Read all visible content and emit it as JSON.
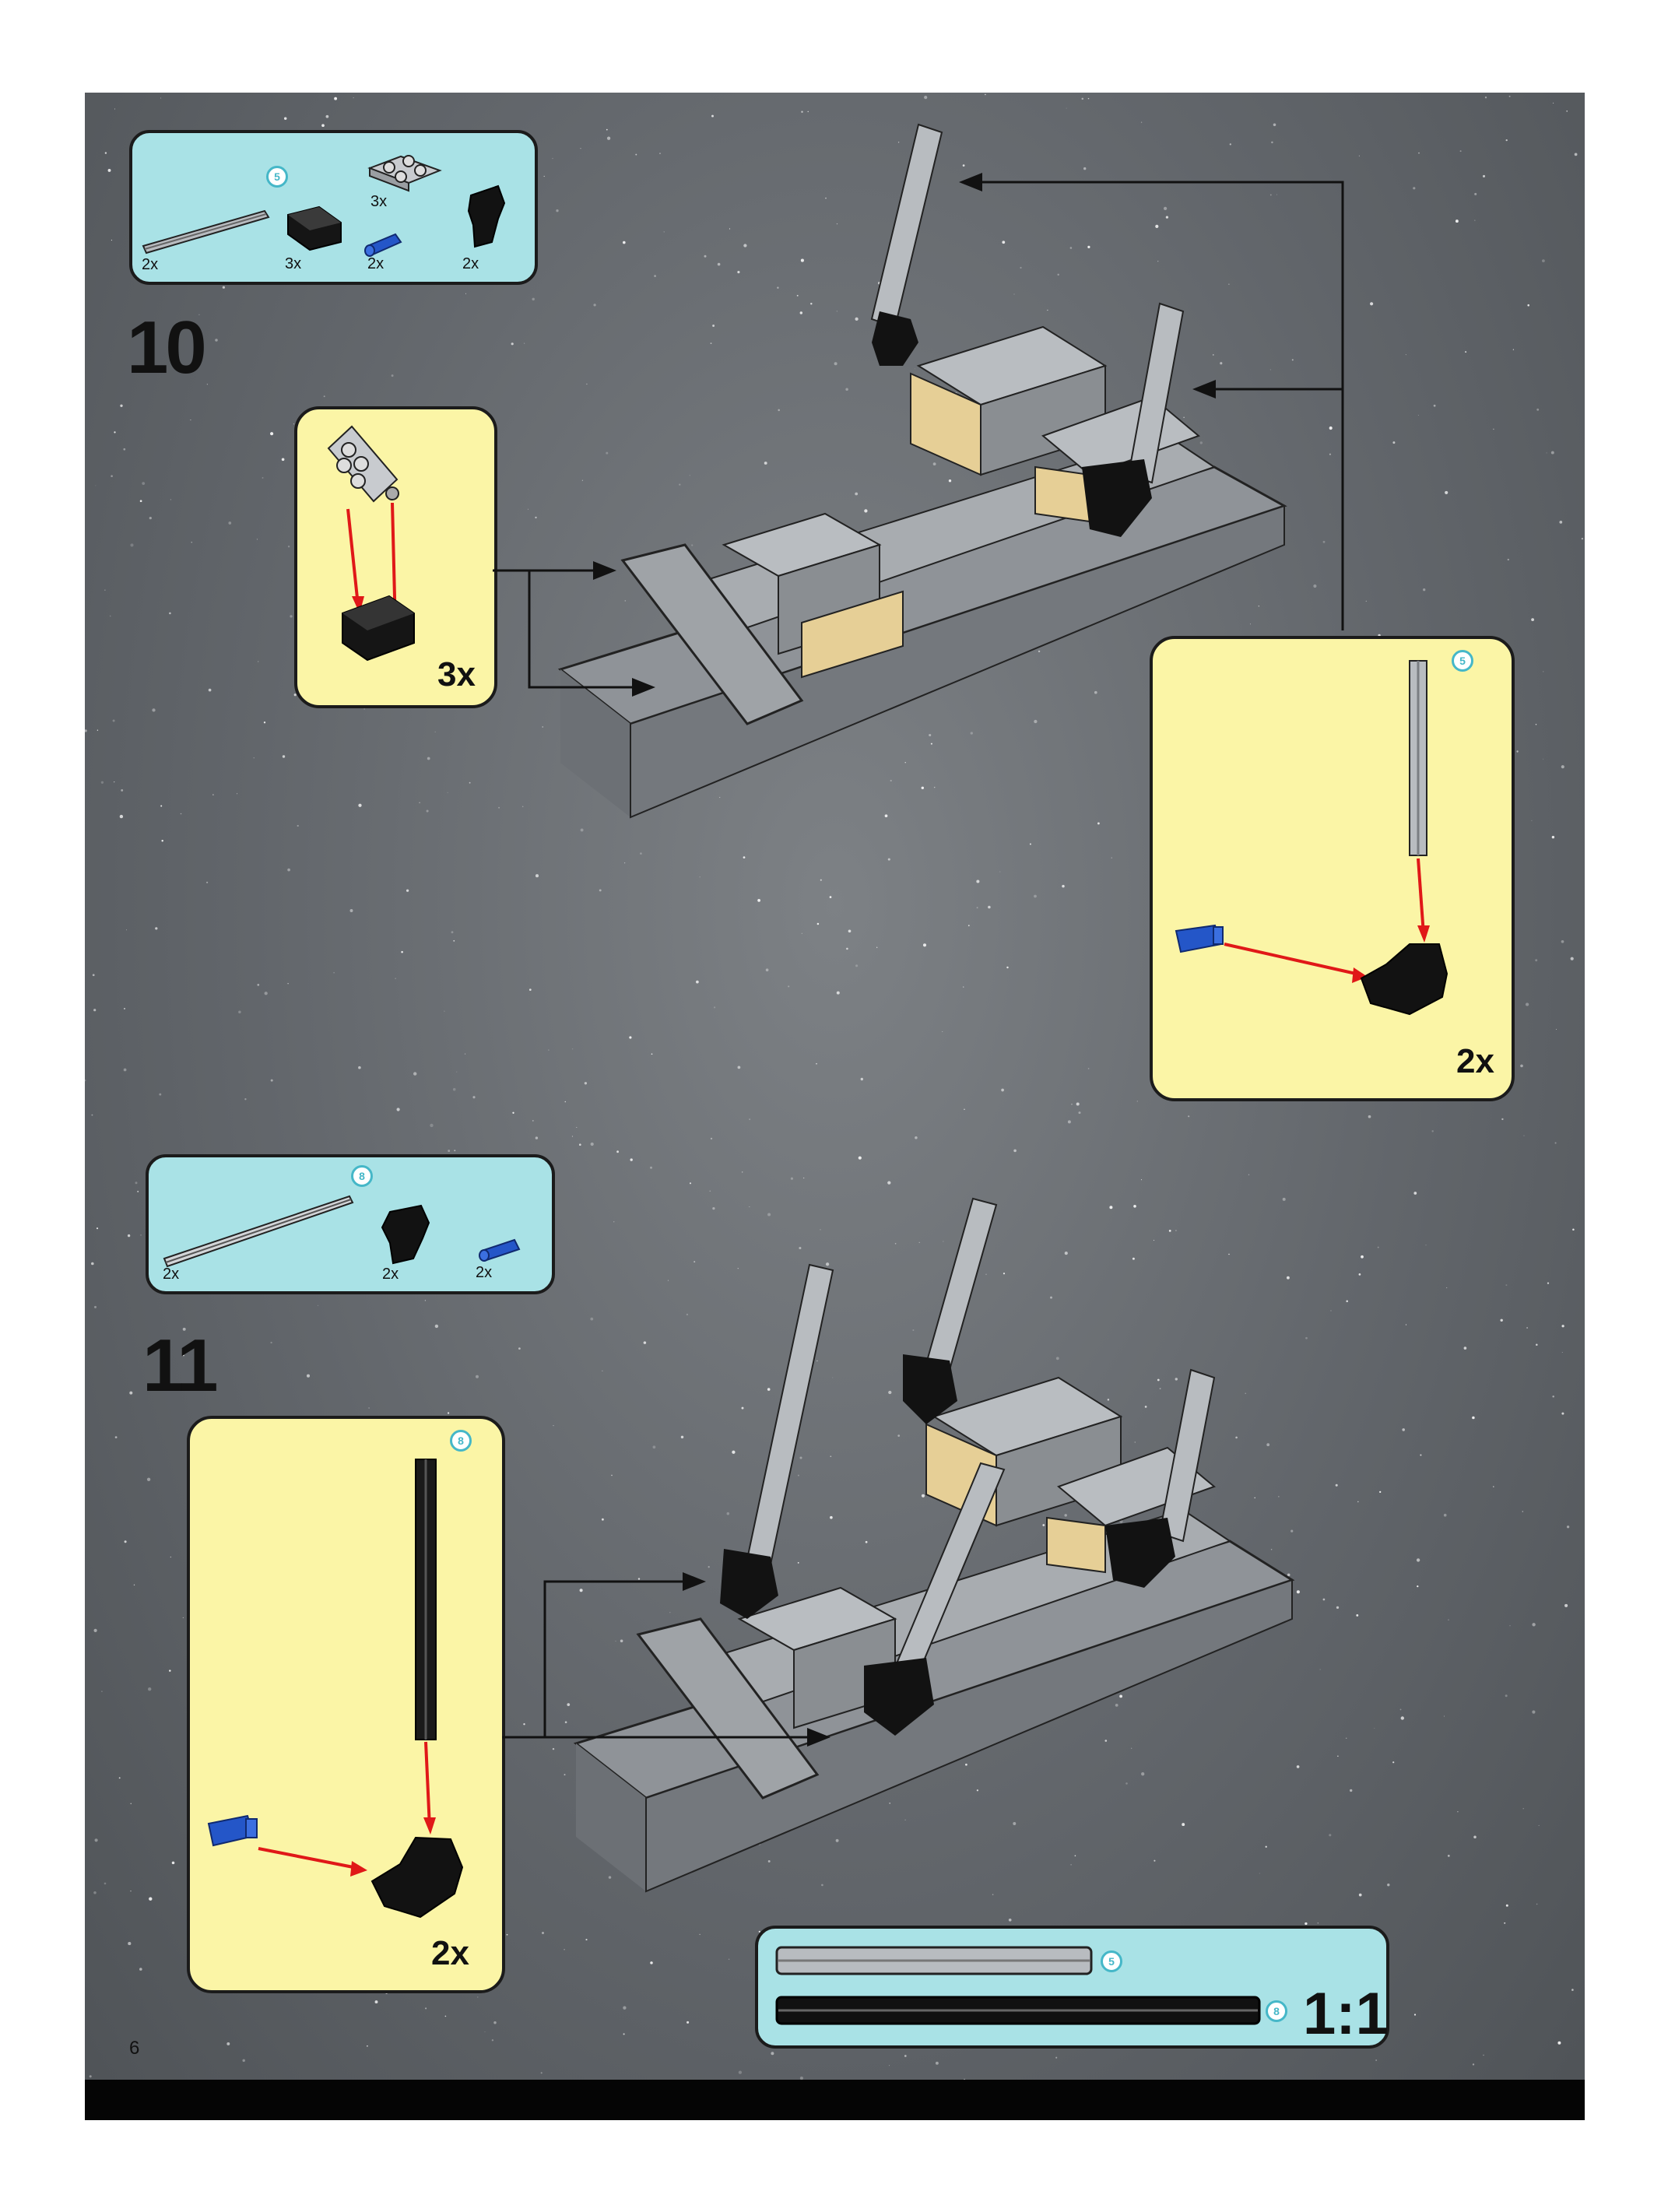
{
  "steps": {
    "step10": {
      "number": "10",
      "parts": {
        "q1": "2x",
        "q2": "3x",
        "q3": "2x",
        "q4": "2x",
        "q5": "3x",
        "length": "5"
      },
      "sub_left_qty": "3x",
      "sub_right": {
        "qty": "2x",
        "length": "5"
      }
    },
    "step11": {
      "number": "11",
      "parts": {
        "q1": "2x",
        "q2": "2x",
        "q3": "2x",
        "length": "8"
      },
      "sub_left": {
        "qty": "2x",
        "length": "8"
      }
    }
  },
  "scale": {
    "length_a": "5",
    "length_b": "8",
    "label": "1:1"
  },
  "page_number": "6",
  "colors": {
    "parts_callout": "#a9e2e6",
    "sub_callout": "#fbf5a6",
    "arrow_red": "#e01818",
    "background": "#62666b"
  },
  "icons": [
    "axle-icon",
    "technic-brick-icon",
    "plate-icon",
    "axle-pin-icon",
    "angle-connector-icon",
    "model-icon"
  ]
}
